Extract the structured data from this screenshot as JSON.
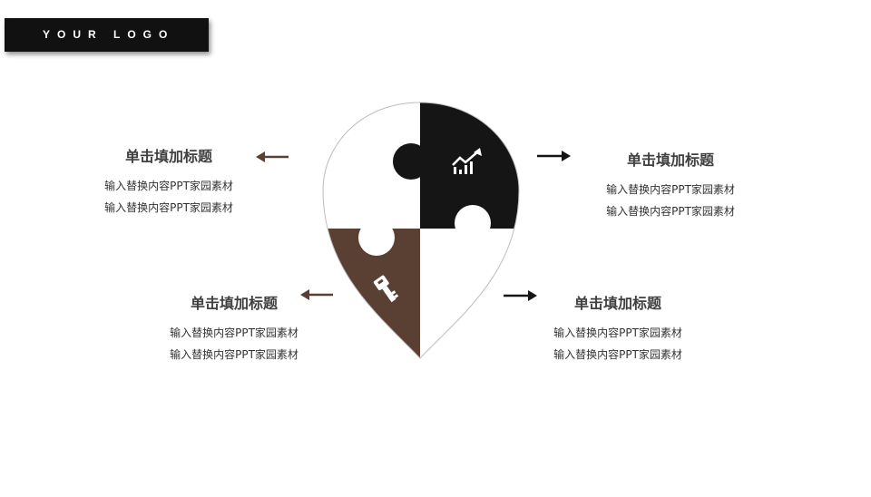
{
  "logo": {
    "text": "YOUR LOGO"
  },
  "colors": {
    "dark": "#151515",
    "brown": "#5a3f33",
    "white": "#ffffff",
    "outline": "#bdbdbd"
  },
  "icons": {
    "top_right_piece": "growth-chart-icon",
    "bottom_left_piece": "key-icon"
  },
  "blocks": [
    {
      "title": "单击填加标题",
      "line1": "输入替换内容PPT家园素材",
      "line2": "输入替换内容PPT家园素材"
    },
    {
      "title": "单击填加标题",
      "line1": "输入替换内容PPT家园素材",
      "line2": "输入替换内容PPT家园素材"
    },
    {
      "title": "单击填加标题",
      "line1": "输入替换内容PPT家园素材",
      "line2": "输入替换内容PPT家园素材"
    },
    {
      "title": "单击填加标题",
      "line1": "输入替换内容PPT家园素材",
      "line2": "输入替换内容PPT家园素材"
    }
  ]
}
